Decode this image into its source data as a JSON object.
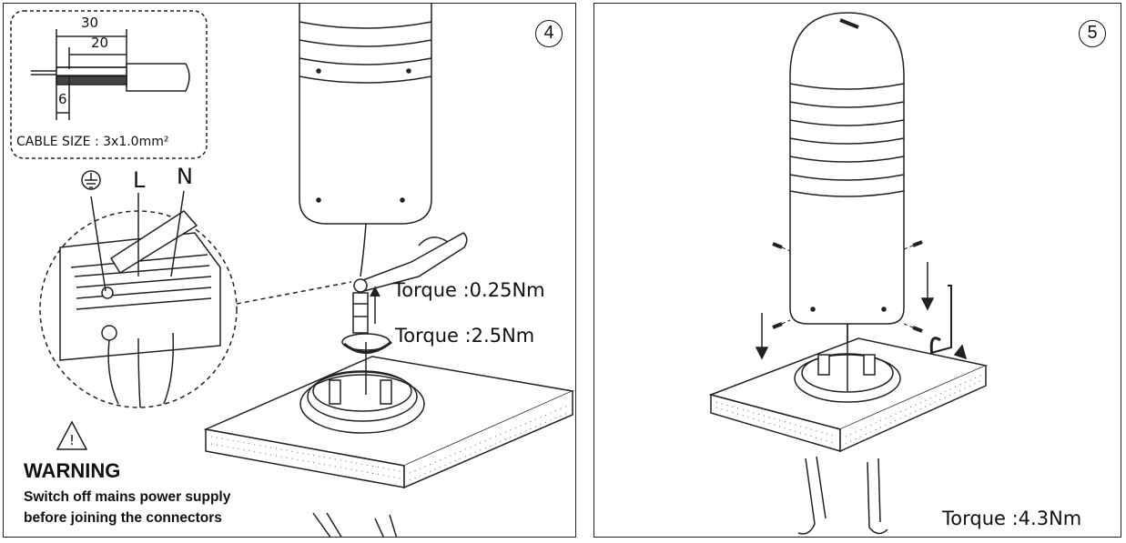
{
  "panel_4": {
    "step_number": "4",
    "cable_inset": {
      "dim_strip_outer": "30",
      "dim_strip_inner": "20",
      "dim_conductor": "6",
      "cable_size": "CABLE SIZE : 3x1.0mm²"
    },
    "terminals": {
      "live": "L",
      "neutral": "N",
      "earth_icon": "earth-ground-icon"
    },
    "torque_screw": "Torque :0.25Nm",
    "torque_gland": "Torque :2.5Nm",
    "warning": {
      "icon": "warning-triangle-icon",
      "title": "WARNING",
      "line1": "Switch off mains power supply",
      "line2": "before joining the connectors"
    }
  },
  "panel_5": {
    "step_number": "5",
    "torque_bolts": "Torque :4.3Nm"
  },
  "colors": {
    "line": "#222222",
    "background": "#ffffff"
  }
}
